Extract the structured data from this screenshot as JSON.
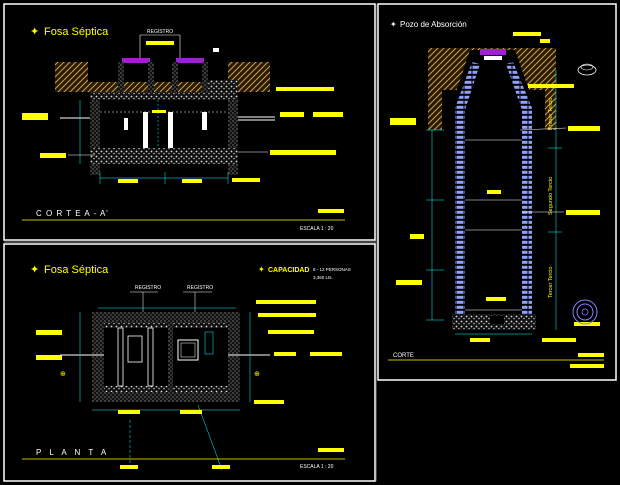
{
  "panels": {
    "corte_aa": {
      "title": "Fosa Séptica",
      "registro_label": "REGISTRO",
      "section_label": "C O R T E     A - A'",
      "scale": "ESCALA 1 : 20"
    },
    "planta": {
      "title": "Fosa Séptica",
      "capacidad_label": "CAPACIDAD",
      "capacidad_personas": "8 - 12 PERSONAS",
      "capacidad_litros": "3,360 Lts.",
      "registro_left": "REGISTRO",
      "registro_right": "REGISTRO",
      "section_label": "P L A N T A",
      "scale": "ESCALA 1 : 20"
    },
    "pozo": {
      "title": "Pozo de Absorción",
      "tercio_1": "Primer Tercio",
      "tercio_2": "Segundo Tercio",
      "tercio_3": "Tercer Tercio",
      "section_label": "CORTE"
    }
  },
  "colors": {
    "background": "#000000",
    "frame": "#ffffff",
    "label_fill": "#ffff00",
    "soil": "#c8a060",
    "hatch": "#8080ff",
    "accent": "#a020d0",
    "line": "#00ffff"
  }
}
